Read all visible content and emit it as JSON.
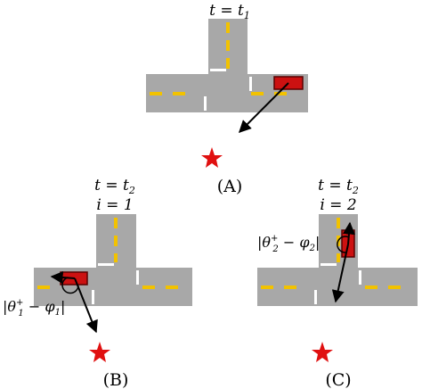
{
  "colors": {
    "road": "#a8a8a8",
    "lane_dash": "#f2c200",
    "stop_line": "#ffffff",
    "car_fill": "#cc1111",
    "car_stroke": "#5a0000",
    "arrow": "#000000",
    "star": "#e01010"
  },
  "panels": [
    {
      "id": "A",
      "caption": "(A)",
      "time_label": "t = t",
      "time_sub": "1",
      "icons": [
        "t-intersection",
        "car",
        "heading-arrow",
        "goal-star"
      ]
    },
    {
      "id": "B",
      "caption": "(B)",
      "time_label": "t = t",
      "time_sub": "2",
      "index_label": "i = 1",
      "angle_label": {
        "pre": "|θ",
        "sup": "+",
        "sub1": "1",
        "mid": " − φ",
        "sub2": "1",
        "post": "|"
      },
      "icons": [
        "t-intersection",
        "car",
        "heading-arrow",
        "angle-arc",
        "goal-star"
      ]
    },
    {
      "id": "C",
      "caption": "(C)",
      "time_label": "t = t",
      "time_sub": "2",
      "index_label": "i = 2",
      "angle_label": {
        "pre": "|θ",
        "sup": "+",
        "sub1": "2",
        "mid": " − φ",
        "sub2": "2",
        "post": "|"
      },
      "icons": [
        "t-intersection",
        "car",
        "heading-arrow",
        "angle-arc",
        "goal-star"
      ]
    }
  ]
}
